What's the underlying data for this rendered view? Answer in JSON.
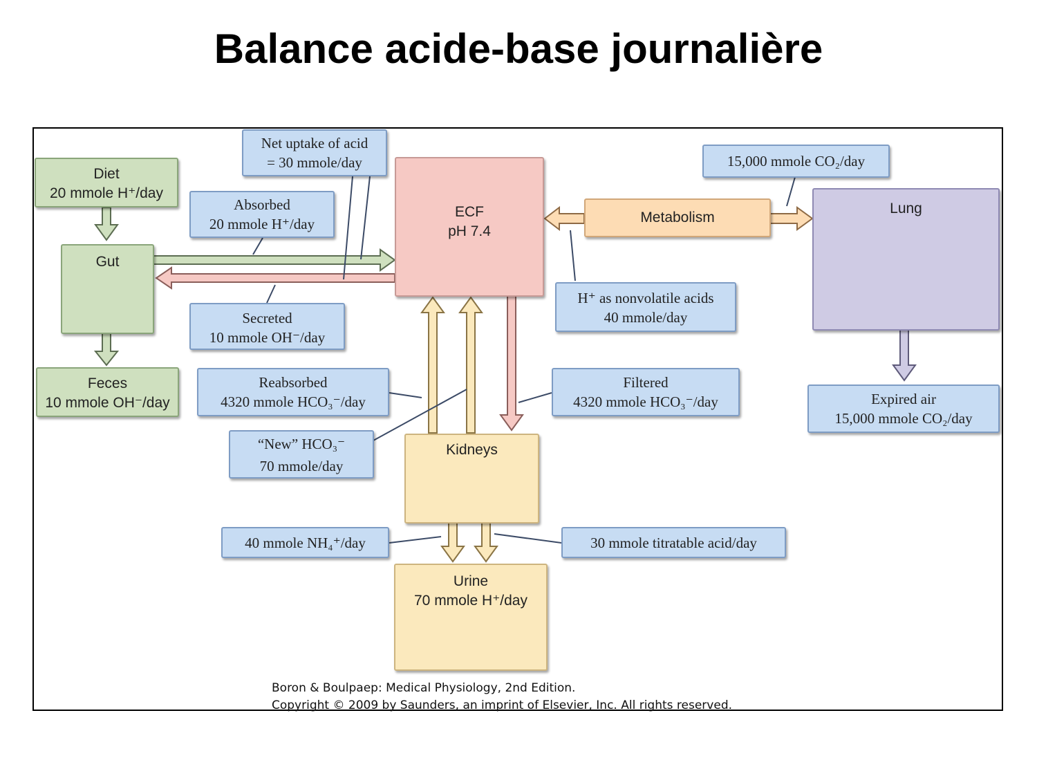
{
  "title": "Balance acide-base journalière",
  "boxes": {
    "diet": {
      "line1": "Diet",
      "line2": "20 mmole H⁺/day"
    },
    "gut": {
      "label": "Gut"
    },
    "feces": {
      "line1": "Feces",
      "line2": "10 mmole OH⁻/day"
    },
    "net_uptake": {
      "line1": "Net uptake of acid",
      "line2": "= 30 mmole/day"
    },
    "absorbed": {
      "line1": "Absorbed",
      "line2": "20 mmole H⁺/day"
    },
    "secreted": {
      "line1": "Secreted",
      "line2": "10 mmole OH⁻/day"
    },
    "ecf": {
      "line1": "ECF",
      "line2": "pH 7.4"
    },
    "metabolism": {
      "label": "Metabolism"
    },
    "co2_metab": {
      "label": "15,000 mmole CO₂/day"
    },
    "lung": {
      "label": "Lung"
    },
    "nonvolatile": {
      "line1": "H⁺ as nonvolatile acids",
      "line2": "40 mmole/day"
    },
    "expired": {
      "line1": "Expired air",
      "line2": "15,000 mmole CO₂/day"
    },
    "reabsorbed": {
      "line1": "Reabsorbed",
      "line2": "4320 mmole HCO₃⁻/day"
    },
    "filtered": {
      "line1": "Filtered",
      "line2": "4320 mmole HCO₃⁻/day"
    },
    "new_hco3": {
      "line1": "“New” HCO₃⁻",
      "line2": "70 mmole/day"
    },
    "kidneys": {
      "label": "Kidneys"
    },
    "nh4": {
      "label": "40 mmole NH₄⁺/day"
    },
    "titratable": {
      "label": "30 mmole titratable acid/day"
    },
    "urine": {
      "line1": "Urine",
      "line2": "70 mmole H⁺/day"
    }
  },
  "credit": {
    "line1": "Boron & Boulpaep: Medical Physiology, 2nd Edition.",
    "line2": "Copyright © 2009 by Saunders, an imprint of Elsevier, Inc. All rights reserved."
  },
  "colors": {
    "green": "#cfe0bf",
    "blue": "#c7dcf3",
    "pink": "#f6c9c4",
    "orange": "#fddcb4",
    "purple": "#cfcbe4",
    "yellow": "#fbe9bd"
  }
}
